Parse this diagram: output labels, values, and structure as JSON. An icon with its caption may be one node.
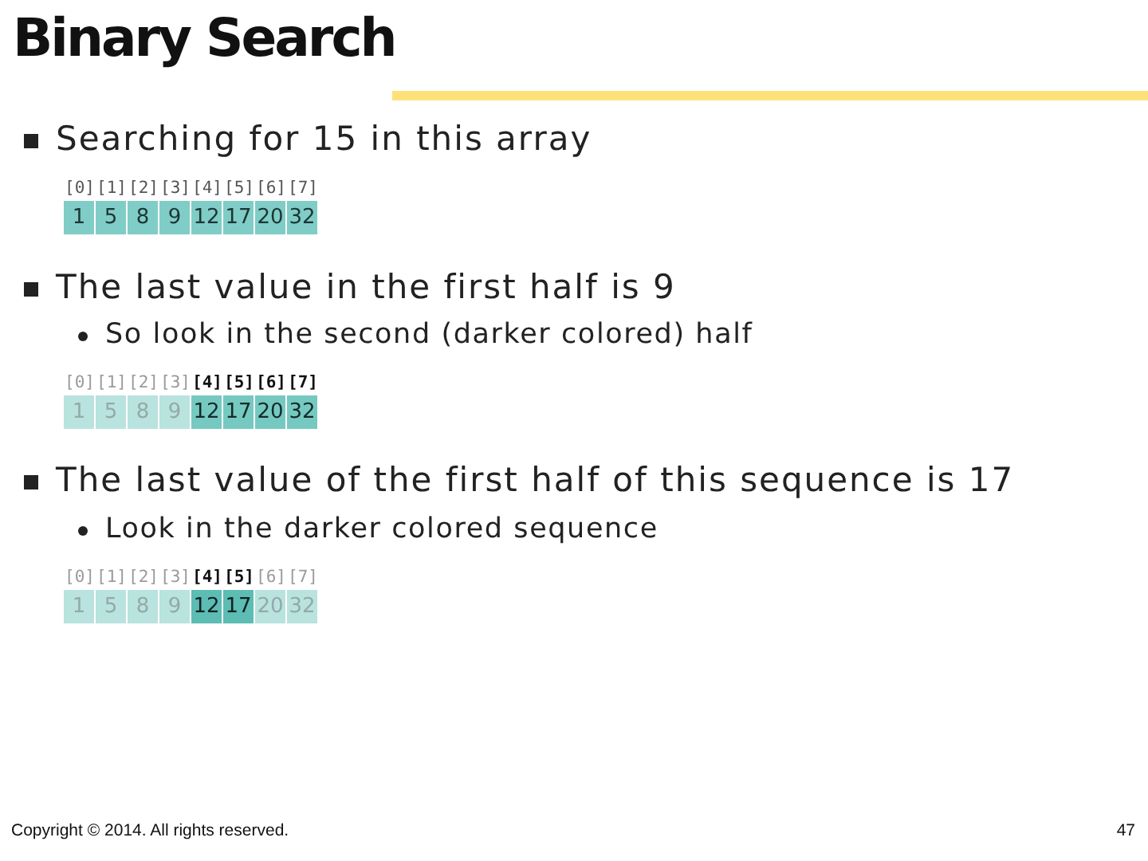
{
  "diagram": {
    "title": "Binary Search",
    "labels": [
      "Searching for 15 in this array",
      "[0]",
      "[1]",
      "[2]",
      "[3]",
      "[4]",
      "[5]",
      "[6]",
      "[7]",
      "1",
      "5",
      "8",
      "9",
      "12",
      "17",
      "20",
      "32",
      "The last value in the first half is 9",
      "So look in the second (darker colored) half",
      "[0]",
      "[1]",
      "[2]",
      "[3]",
      "[4]",
      "[5]",
      "[6]",
      "[7]",
      "1",
      "5",
      "8",
      "9",
      "12",
      "17",
      "20",
      "32",
      "The last value of the first half of this sequence is 17",
      "Look in the darker colored sequence",
      "[0]",
      "[1]",
      "[2]",
      "[3]",
      "[4]",
      "[5]",
      "[6]",
      "[7]",
      "1",
      "5",
      "8",
      "9",
      "12",
      "17",
      "20",
      "32",
      "Copyright © 2014. All rights reserved.",
      "47"
    ]
  }
}
